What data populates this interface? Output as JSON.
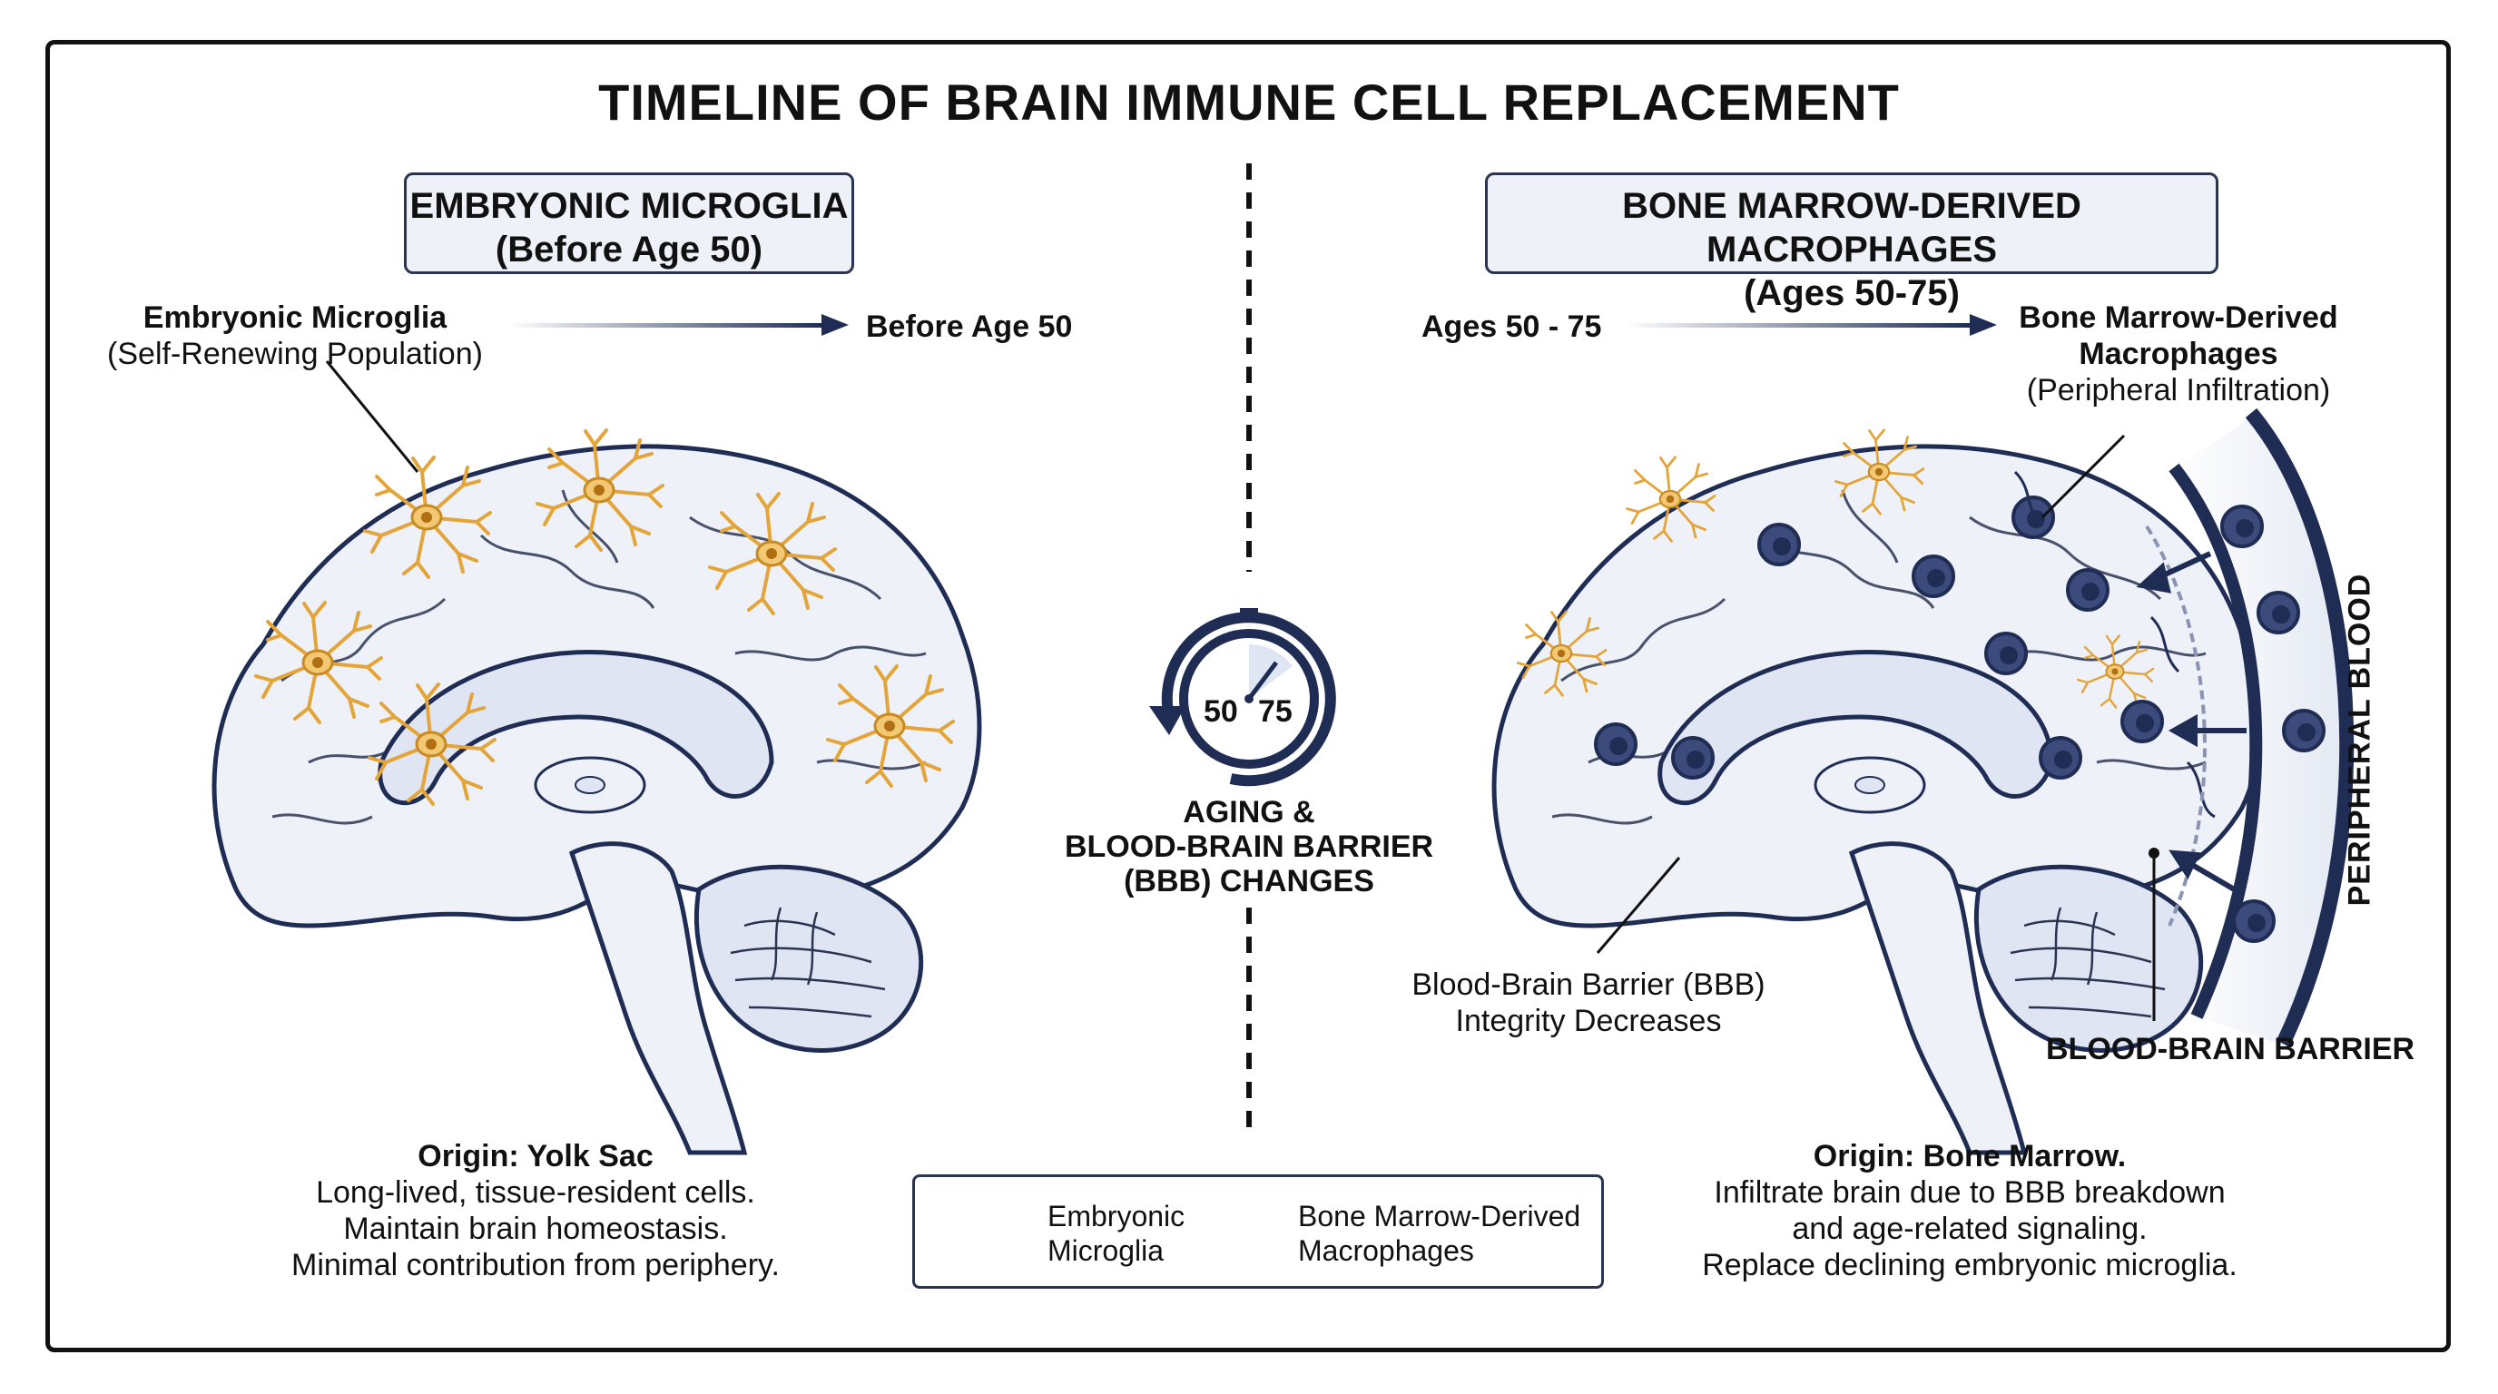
{
  "title": "TIMELINE OF BRAIN IMMUNE CELL REPLACEMENT",
  "left": {
    "header_line1": "EMBRYONIC MICROGLIA",
    "header_line2": "(Before Age 50)",
    "cell_label_bold": "Embryonic Microglia",
    "cell_label_sub": "(Self-Renewing Population)",
    "arrow_label": "Before Age 50",
    "origin_title": "Origin: Yolk Sac",
    "origin_lines": [
      "Long-lived, tissue-resident cells.",
      "Maintain brain homeostasis.",
      "Minimal contribution from periphery."
    ]
  },
  "center": {
    "clock_start": "50",
    "clock_end": "75",
    "caption_lines": [
      "AGING &",
      "BLOOD-BRAIN BARRIER",
      "(BBB) CHANGES"
    ]
  },
  "right": {
    "header_line1": "BONE MARROW-DERIVED MACROPHAGES",
    "header_line2": "(Ages 50-75)",
    "arrow_label": "Ages 50 - 75",
    "cell_label_bold_1": "Bone Marrow-Derived",
    "cell_label_bold_2": "Macrophages",
    "cell_label_sub": "(Peripheral Infiltration)",
    "bbb_note_1": "Blood-Brain Barrier (BBB)",
    "bbb_note_2": "Integrity Decreases",
    "peripheral_blood": "PERIPHERAL BLOOD",
    "bbb_label": "BLOOD-BRAIN BARRIER",
    "origin_title": "Origin: Bone Marrow.",
    "origin_lines": [
      "Infiltrate brain due to BBB breakdown",
      "and age-related signaling.",
      "Replace declining embryonic microglia."
    ]
  },
  "legend": {
    "item1_line1": "Embryonic",
    "item1_line2": "Microglia",
    "item2_line1": "Bone Marrow-Derived",
    "item2_line2": "Macrophages"
  },
  "colors": {
    "navy": "#1f2d55",
    "microglia_orange": "#e3a53a",
    "brain_fill": "#e9edf6",
    "macrophage_fill": "#3c4a7c"
  }
}
